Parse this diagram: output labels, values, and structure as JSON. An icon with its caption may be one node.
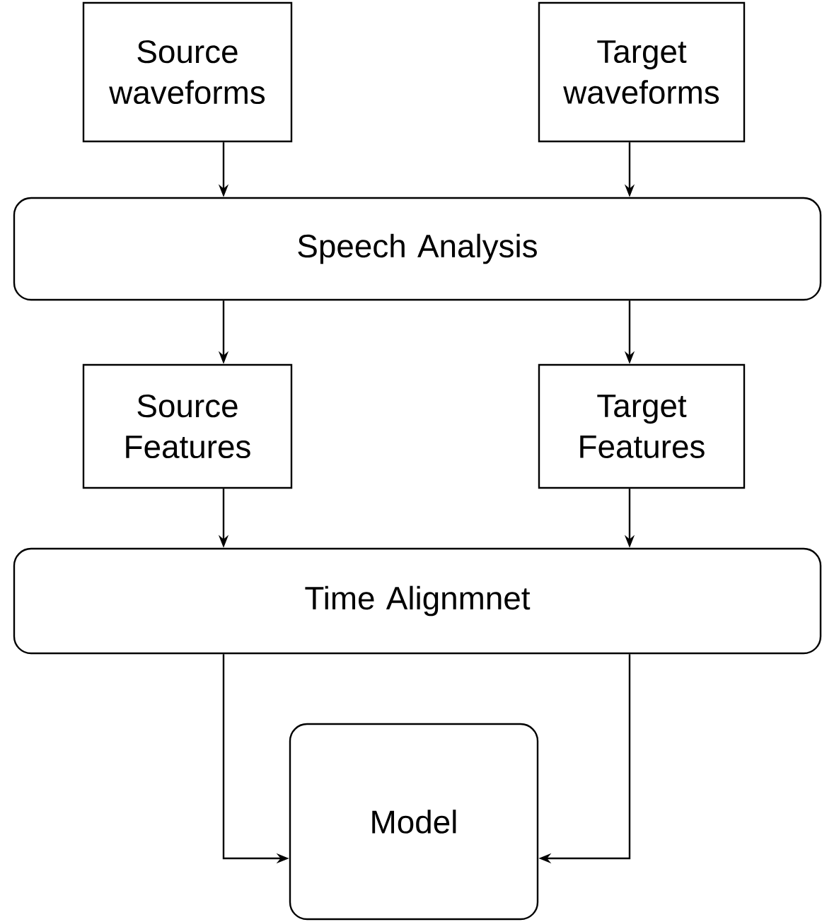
{
  "diagram": {
    "nodes": [
      {
        "text": [
          "Source waveforms"
        ]
      },
      {
        "text": [
          "Target waveforms"
        ]
      },
      {
        "text": [
          "Speech Analysis"
        ]
      },
      {
        "text": [
          "Source Features"
        ]
      },
      {
        "text": [
          "Target Features"
        ]
      },
      {
        "text": [
          "Time Alignmnet"
        ]
      },
      {
        "text": [
          "Model"
        ]
      }
    ],
    "edges": [
      {
        "from": 0,
        "to": 2,
        "arrow": "to"
      },
      {
        "from": 1,
        "to": 2,
        "arrow": "to"
      },
      {
        "from": 2,
        "to": 3,
        "arrow": "to"
      },
      {
        "from": 2,
        "to": 4,
        "arrow": "to"
      },
      {
        "from": 3,
        "to": 5,
        "arrow": "to"
      },
      {
        "from": 4,
        "to": 5,
        "arrow": "to"
      },
      {
        "from": 5,
        "to": 6,
        "arrow": "to"
      },
      {
        "from": 5,
        "to": 6,
        "arrow": "to"
      }
    ]
  }
}
